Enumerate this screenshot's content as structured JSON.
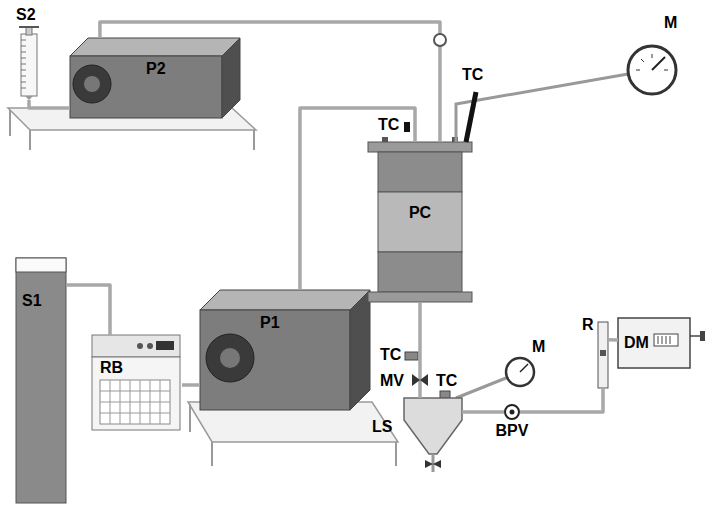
{
  "diagram": {
    "nodes": [
      {
        "text": [
          "S2"
        ]
      },
      {
        "text": [
          "P2"
        ]
      },
      {
        "text": [
          "PC"
        ]
      },
      {
        "text": [
          "S1"
        ]
      },
      {
        "text": [
          "RB"
        ]
      },
      {
        "text": [
          "P1"
        ]
      },
      {
        "text": [
          "LS"
        ]
      },
      {
        "text": [
          "BPV"
        ]
      },
      {
        "text": [
          "R"
        ]
      },
      {
        "text": [
          "DM"
        ]
      }
    ],
    "edges": [
      {
        "from": 0,
        "to": 1,
        "arrow": "none"
      },
      {
        "from": 1,
        "to": 2,
        "arrow": "none"
      },
      {
        "from": 3,
        "to": 4,
        "arrow": "none"
      },
      {
        "from": 4,
        "to": 5,
        "arrow": "none"
      },
      {
        "from": 5,
        "to": 2,
        "arrow": "none"
      },
      {
        "from": 2,
        "to": 6,
        "arrow": "none"
      },
      {
        "from": 6,
        "to": 7,
        "arrow": "none"
      },
      {
        "from": 7,
        "to": 8,
        "arrow": "none"
      },
      {
        "from": 8,
        "to": 9,
        "arrow": "none"
      }
    ],
    "labels": [
      "TC",
      "M",
      "TC",
      "TC",
      "M",
      "MV",
      "TC"
    ]
  }
}
